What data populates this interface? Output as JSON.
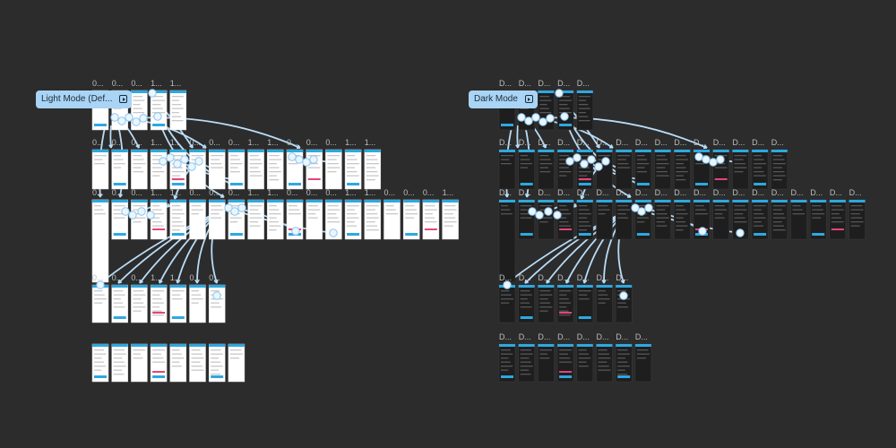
{
  "canvas": {
    "background": "#2c2c2c",
    "connector_color": "#b9dcf7",
    "accent": "#2ea8e0"
  },
  "flows": [
    {
      "label": "Light Mode (Def...",
      "theme": "light"
    },
    {
      "label": "Dark Mode",
      "theme": "dark"
    }
  ],
  "frame_titles": {
    "light": [
      "0...",
      "0...",
      "0...",
      "1...",
      "1..."
    ],
    "dark": [
      "D...",
      "D...",
      "D...",
      "D...",
      "D..."
    ]
  },
  "icons": {
    "flow_start": "play-frame-icon",
    "connector_node": "connector-node-icon"
  }
}
